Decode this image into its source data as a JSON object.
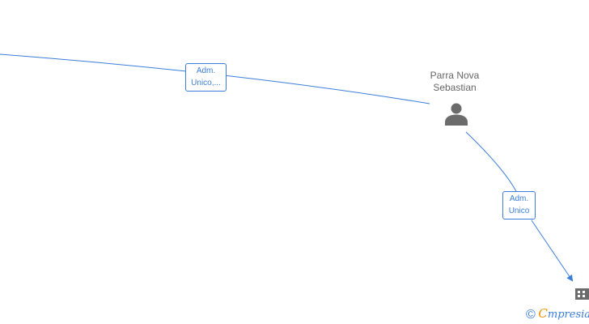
{
  "person": {
    "name_line1": "Parra Nova",
    "name_line2": "Sebastian",
    "icon": "person-icon"
  },
  "company": {
    "icon": "building-icon"
  },
  "edges": [
    {
      "label_line1": "Adm.",
      "label_line2": "Unico,..."
    },
    {
      "label_line1": "Adm.",
      "label_line2": "Unico"
    }
  ],
  "brand": {
    "copyright_symbol": "©",
    "initial": "C",
    "rest": "mpresia"
  },
  "colors": {
    "edge": "#3b7dd8",
    "node_icon": "#6b6b6b",
    "name_text": "#666666",
    "brand_accent": "#f39200"
  }
}
